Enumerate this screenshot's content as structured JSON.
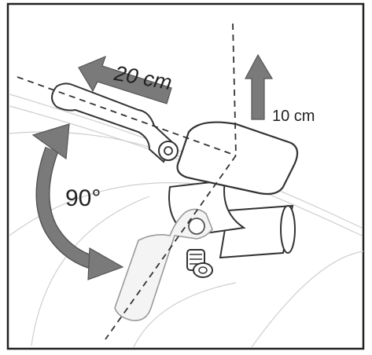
{
  "labels": {
    "horizontal_shift": "20 cm",
    "vertical_shift": "10 cm",
    "rotation_angle": "90°"
  },
  "icons": {
    "horizontal_arrow": "left-arrow-icon",
    "vertical_arrow": "up-arrow-icon",
    "rotation_arrow": "curved-double-arrow-icon"
  },
  "colors": {
    "frame": "#222222",
    "arrow_fill": "#7a7a7a",
    "guide_lines": "#c8c8c8",
    "part_outline": "#333333",
    "dashed_axis": "#333333"
  }
}
